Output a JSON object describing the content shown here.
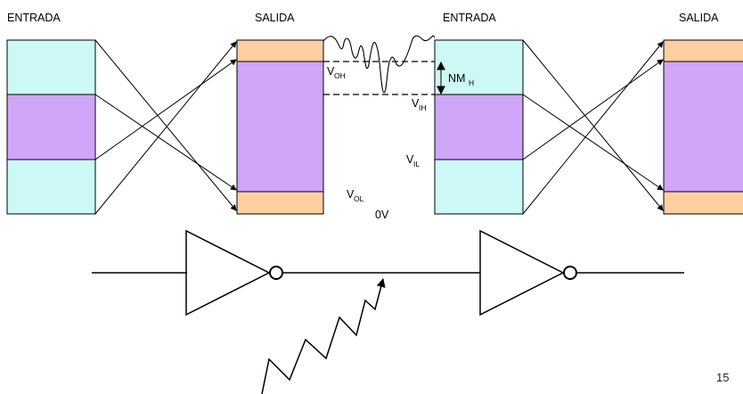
{
  "labels": {
    "entrada_left": "ENTRADA",
    "salida_left": "SALIDA",
    "entrada_right": "ENTRADA",
    "salida_right": "SALIDA"
  },
  "levels": {
    "voh": {
      "main": "V",
      "sub": "OH"
    },
    "vih": {
      "main": "V",
      "sub": "IH"
    },
    "vil": {
      "main": "V",
      "sub": "IL"
    },
    "vol": {
      "main": "V",
      "sub": "OL"
    },
    "nmh": {
      "main": "NM",
      "sub": "H"
    },
    "zero": "0V"
  },
  "page_number": "15",
  "colors": {
    "cyan": "#ccf8f5",
    "purple": "#cfa6f8",
    "orange": "#fdd0a4",
    "stroke": "#000000"
  }
}
